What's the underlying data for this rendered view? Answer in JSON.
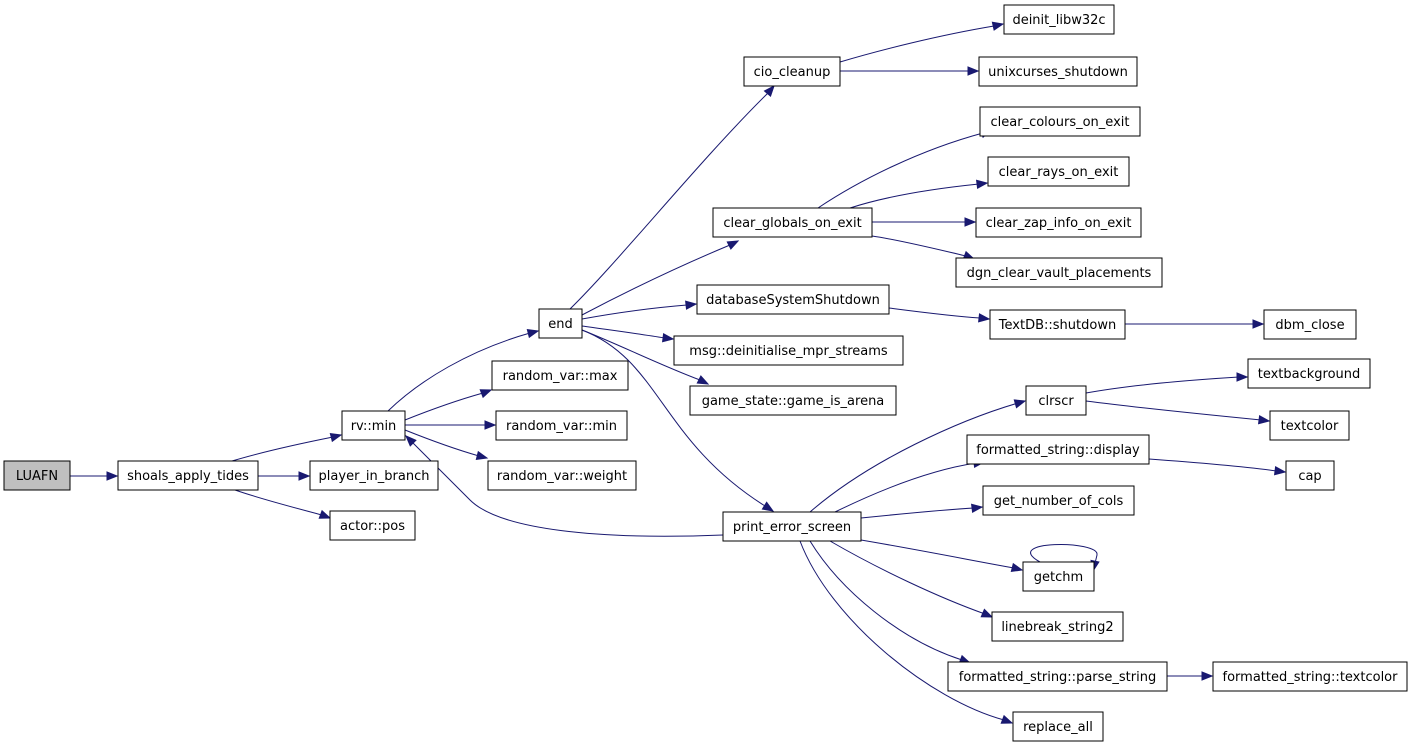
{
  "graph": {
    "edge_color": "#191970",
    "root_fill": "#bfbfbf",
    "nodes": [
      {
        "id": "luafn",
        "label": "LUAFN",
        "root": true
      },
      {
        "id": "shoals_apply_tides",
        "label": "shoals_apply_tides"
      },
      {
        "id": "player_in_branch",
        "label": "player_in_branch"
      },
      {
        "id": "actor_pos",
        "label": "actor::pos"
      },
      {
        "id": "rv_min",
        "label": "rv::min"
      },
      {
        "id": "random_var_max",
        "label": "random_var::max"
      },
      {
        "id": "random_var_min",
        "label": "random_var::min"
      },
      {
        "id": "random_var_weight",
        "label": "random_var::weight"
      },
      {
        "id": "end",
        "label": "end"
      },
      {
        "id": "cio_cleanup",
        "label": "cio_cleanup"
      },
      {
        "id": "deinit_libw32c",
        "label": "deinit_libw32c"
      },
      {
        "id": "unixcurses_shutdown",
        "label": "unixcurses_shutdown"
      },
      {
        "id": "clear_globals_on_exit",
        "label": "clear_globals_on_exit"
      },
      {
        "id": "clear_colours_on_exit",
        "label": "clear_colours_on_exit"
      },
      {
        "id": "clear_rays_on_exit",
        "label": "clear_rays_on_exit"
      },
      {
        "id": "clear_zap_info_on_exit",
        "label": "clear_zap_info_on_exit"
      },
      {
        "id": "dgn_clear_vault_placements",
        "label": "dgn_clear_vault_placements"
      },
      {
        "id": "databaseSystemShutdown",
        "label": "databaseSystemShutdown"
      },
      {
        "id": "textdb_shutdown",
        "label": "TextDB::shutdown"
      },
      {
        "id": "dbm_close",
        "label": "dbm_close"
      },
      {
        "id": "msg_deinitialise",
        "label": "msg::deinitialise_mpr_streams"
      },
      {
        "id": "game_is_arena",
        "label": "game_state::game_is_arena"
      },
      {
        "id": "print_error_screen",
        "label": "print_error_screen"
      },
      {
        "id": "clrscr",
        "label": "clrscr"
      },
      {
        "id": "textbackground",
        "label": "textbackground"
      },
      {
        "id": "textcolor",
        "label": "textcolor"
      },
      {
        "id": "fs_display",
        "label": "formatted_string::display"
      },
      {
        "id": "cap",
        "label": "cap"
      },
      {
        "id": "get_number_of_cols",
        "label": "get_number_of_cols"
      },
      {
        "id": "getchm",
        "label": "getchm"
      },
      {
        "id": "linebreak_string2",
        "label": "linebreak_string2"
      },
      {
        "id": "fs_parse_string",
        "label": "formatted_string::parse_string"
      },
      {
        "id": "fs_textcolor",
        "label": "formatted_string::textcolor"
      },
      {
        "id": "replace_all",
        "label": "replace_all"
      }
    ]
  }
}
